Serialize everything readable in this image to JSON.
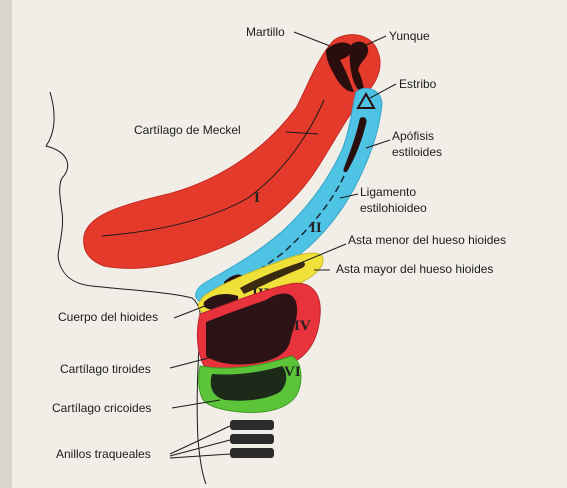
{
  "labels": {
    "martillo": "Martillo",
    "yunque": "Yunque",
    "estribo": "Estribo",
    "cartilago_meckel": "Cartílago de Meckel",
    "apofisis_1": "Apófisis",
    "apofisis_2": "estiloides",
    "ligamento_1": "Ligamento",
    "ligamento_2": "estilohioideo",
    "asta_menor": "Asta menor del hueso hioides",
    "asta_mayor": "Asta mayor del hueso hioides",
    "cuerpo_hioides": "Cuerpo del hioides",
    "cartilago_tiroides": "Cartílago tiroides",
    "cartilago_cricoides": "Cartílago cricoides",
    "anillos_traqueales": "Anillos traqueales"
  },
  "arch_numerals": {
    "first": "I",
    "second": "II",
    "third": "III",
    "fourth": "IV",
    "sixth": "VI"
  },
  "colors": {
    "first_arch": "#e43a2c",
    "second_arch": "#4ec3e4",
    "third_arch": "#f0e13a",
    "fourth_arch": "#e8323c",
    "sixth_arch": "#5cc438",
    "cartilage_dark": "#2c1416",
    "background": "#f1eee8"
  }
}
